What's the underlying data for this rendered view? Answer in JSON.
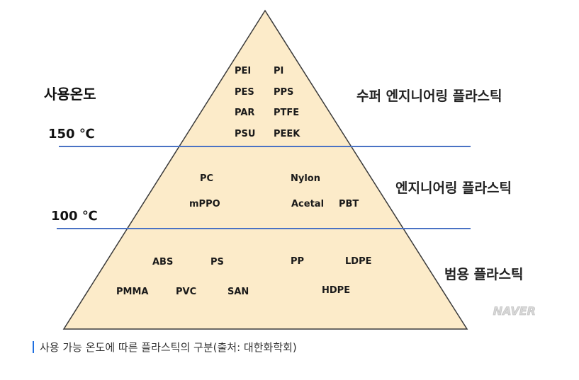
{
  "colors": {
    "pyramid_fill": "#FCEBC9",
    "pyramid_stroke": "#3a3a3a",
    "divider_line": "#4A72C4",
    "caption_bar": "#1E6FE0",
    "watermark": "#D8D8D8"
  },
  "diagram": {
    "axis_title": "사용온도",
    "thresholds": [
      {
        "label": "150 ℃"
      },
      {
        "label": "100 ℃"
      }
    ],
    "tiers": [
      {
        "name": "수퍼 엔지니어링 플라스틱",
        "plastics": [
          "PEI",
          "PI",
          "PES",
          "PPS",
          "PAR",
          "PTFE",
          "PSU",
          "PEEK"
        ]
      },
      {
        "name": "엔지니어링 플라스틱",
        "plastics": [
          "PC",
          "Nylon",
          "mPPO",
          "Acetal",
          "PBT"
        ]
      },
      {
        "name": "범용 플라스틱",
        "plastics": [
          "ABS",
          "PS",
          "PP",
          "LDPE",
          "PMMA",
          "PVC",
          "SAN",
          "HDPE"
        ]
      }
    ],
    "watermark": "NAVER"
  },
  "caption": "사용 가능 온도에 따른 플라스틱의 구분(출처: 대한화학회)"
}
